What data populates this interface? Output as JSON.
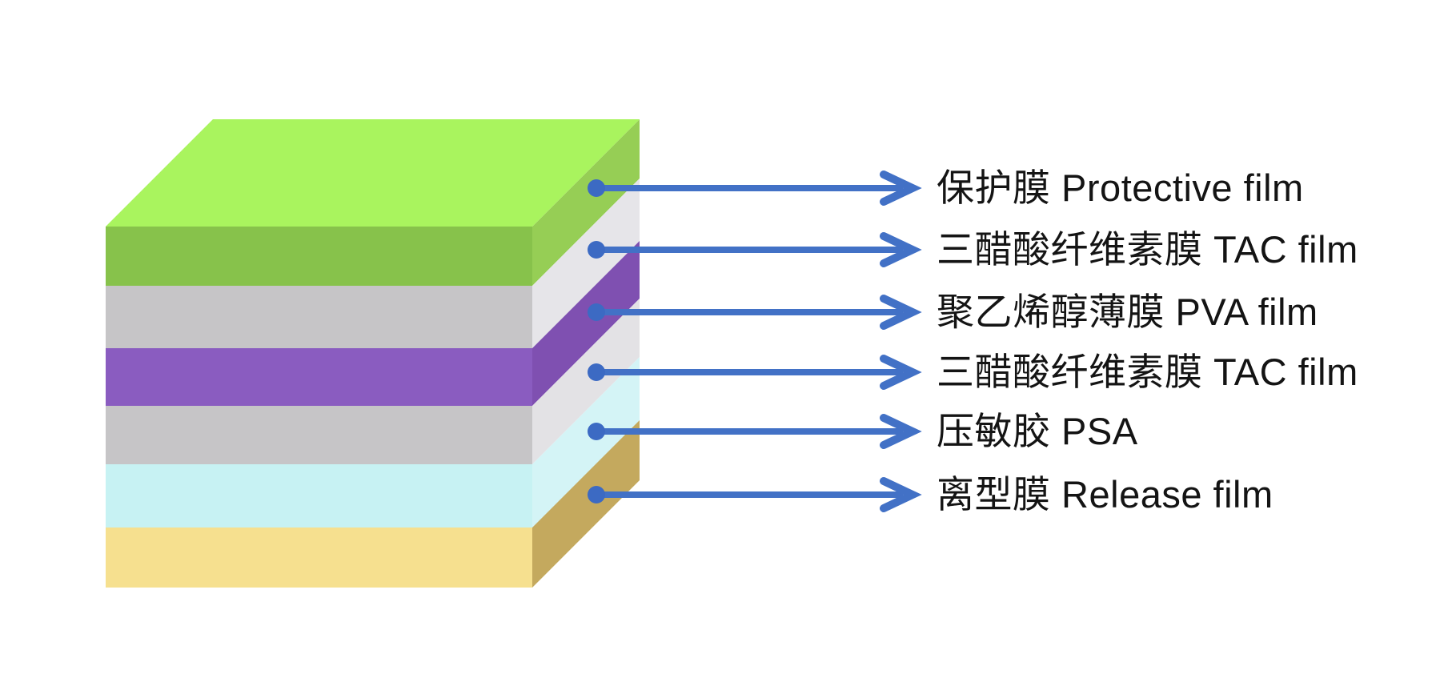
{
  "diagram": {
    "background_color": "#ffffff",
    "arrow_color": "#4271c6",
    "dot_color": "#3c6ac3",
    "text_color": "#141414",
    "layers": [
      {
        "label": "保护膜 Protective film",
        "front_color": "#87c24b",
        "side_color": "#96ce55",
        "top_color": "#a9f45e"
      },
      {
        "label": "三醋酸纤维素膜 TAC film",
        "front_color": "#c6c5c7",
        "side_color": "#e6e5e9"
      },
      {
        "label": "聚乙烯醇薄膜 PVA film",
        "front_color": "#8a5cc0",
        "side_color": "#7f50b1"
      },
      {
        "label": "三醋酸纤维素膜 TAC film",
        "front_color": "#c6c5c7",
        "side_color": "#e3e2e5"
      },
      {
        "label": "压敏胶 PSA",
        "front_color": "#c7f2f3",
        "side_color": "#d4f4f6"
      },
      {
        "label": "离型膜 Release film",
        "front_color": "#f6e08f",
        "side_color": "#c4a95e"
      }
    ]
  }
}
